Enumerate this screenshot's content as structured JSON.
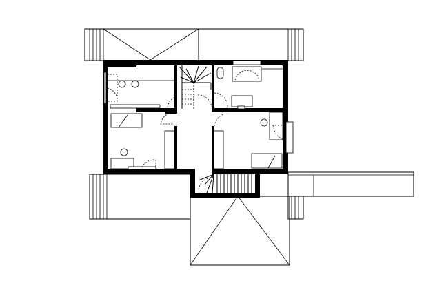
{
  "plan": {
    "colors": {
      "wall": "#000000",
      "line": "#000000",
      "background": "#ffffff"
    },
    "rooms": [
      "bedroom-top-left",
      "bedroom-left",
      "bedroom-right",
      "bathroom",
      "hallway",
      "staircase"
    ]
  }
}
